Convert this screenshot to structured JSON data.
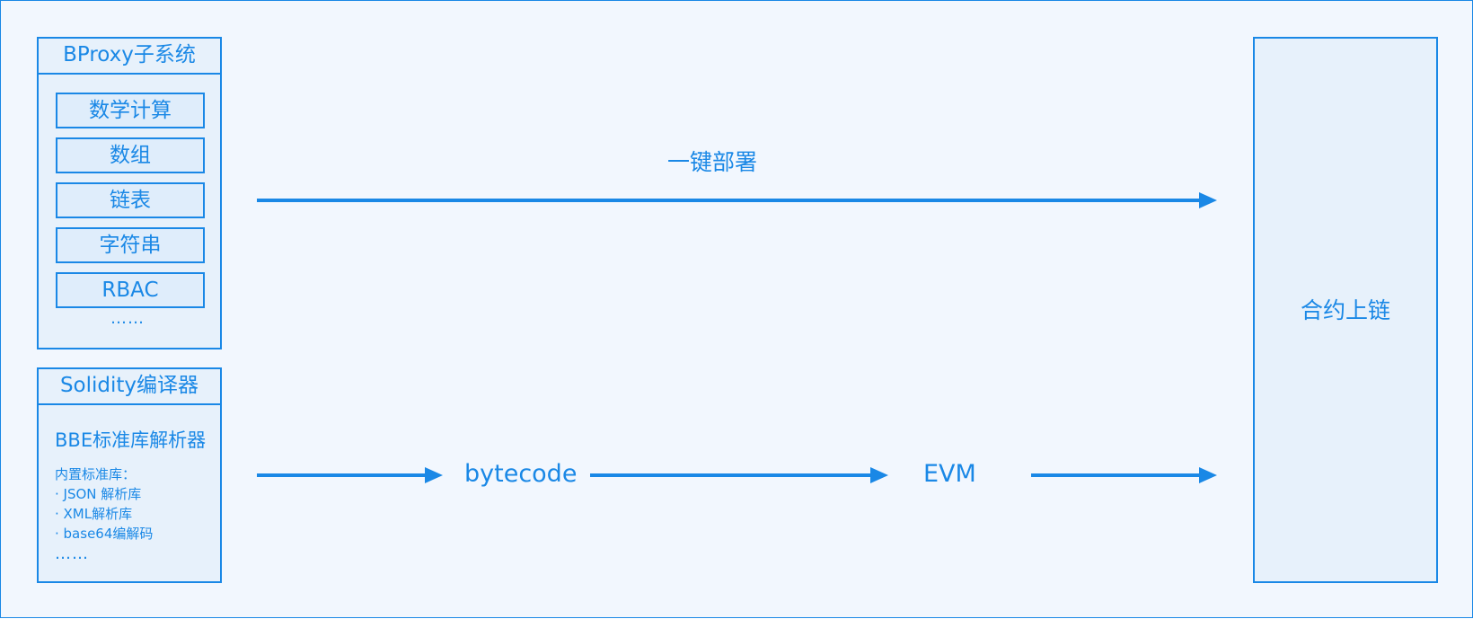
{
  "bproxy": {
    "title": "BProxy子系统",
    "modules": [
      "数学计算",
      "数组",
      "链表",
      "字符串",
      "RBAC"
    ],
    "more": "……"
  },
  "compiler": {
    "title": "Solidity编译器",
    "subtitle": "BBE标准库解析器",
    "lib_heading": "内置标准库：",
    "libs": [
      "· JSON 解析库",
      "· XML解析库",
      "· base64编解码"
    ],
    "more": "……"
  },
  "flow": {
    "deploy_label": "一键部署",
    "bytecode_label": "bytecode",
    "evm_label": "EVM"
  },
  "target": {
    "label": "合约上链"
  },
  "colors": {
    "accent": "#1a88e6",
    "background": "#f2f7fe",
    "box_fill": "#e7f1fb"
  }
}
